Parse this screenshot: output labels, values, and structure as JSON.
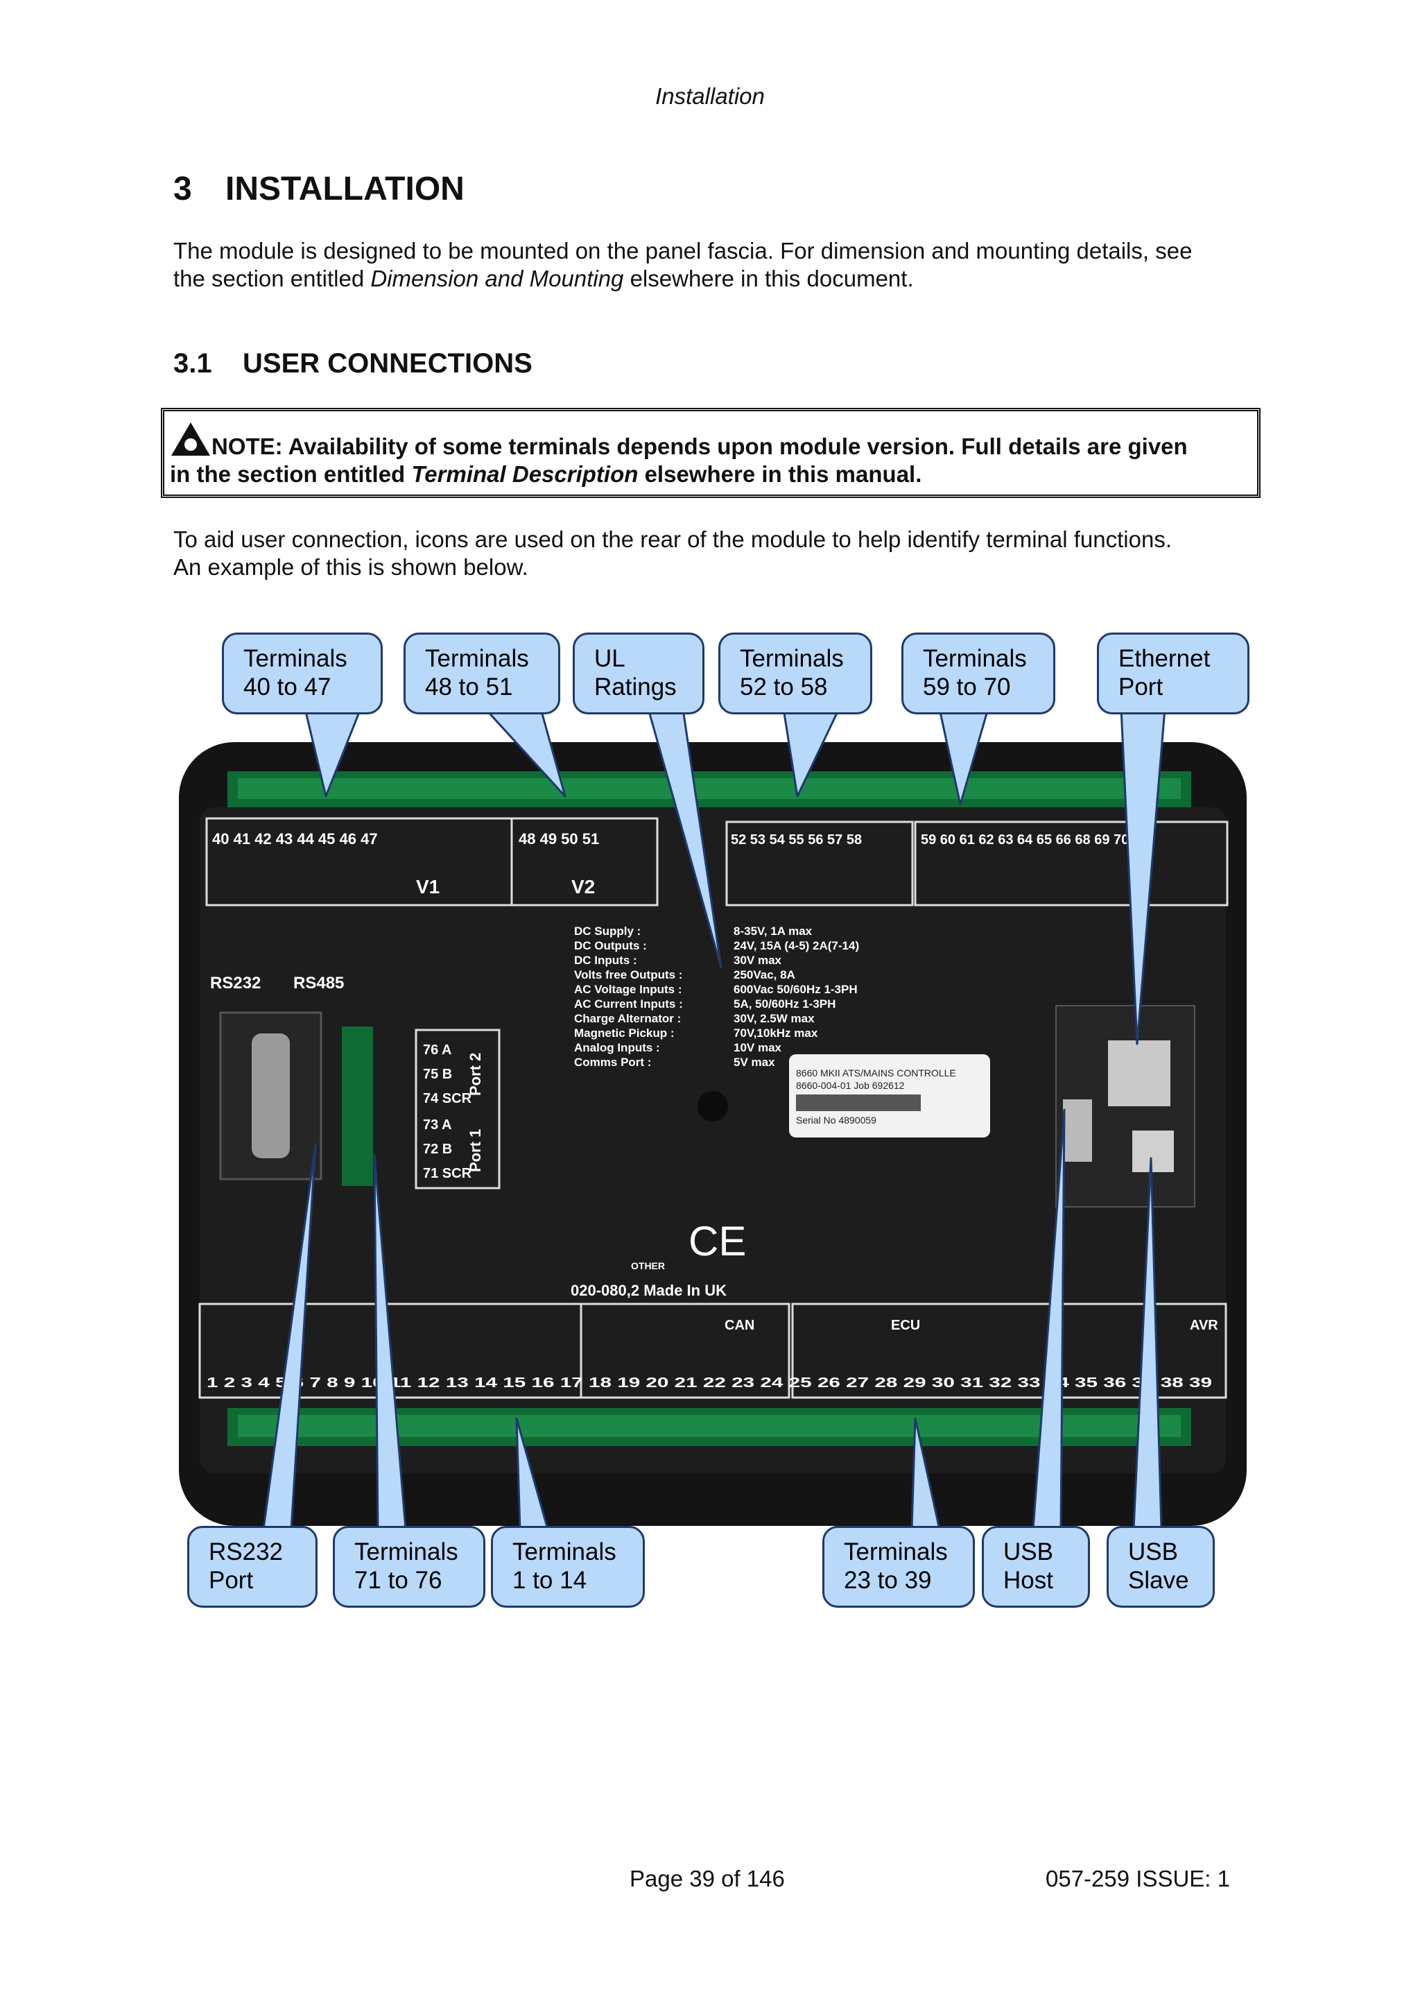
{
  "header": {
    "running_title": "Installation"
  },
  "section": {
    "number": "3",
    "title": "INSTALLATION",
    "intro_a": "The module is designed to be mounted on the panel fascia. For dimension and mounting details, see",
    "intro_b": "the section entitled ",
    "intro_ref": "Dimension and Mounting",
    "intro_c": " elsewhere in this document."
  },
  "subsection": {
    "number": "3.1",
    "title": "USER CONNECTIONS"
  },
  "note": {
    "line1": "NOTE: Availability of some terminals depends upon module version. Full details are given",
    "line2_a": "in the section entitled ",
    "line2_ref": "Terminal Description",
    "line2_c": " elsewhere in this manual.",
    "icon": "warning-triangle-icon"
  },
  "body": {
    "line1": "To aid user connection, icons are used on the rear of the module to help identify terminal functions.",
    "line2": "An example of this is shown below."
  },
  "callouts": {
    "t40": [
      "Terminals",
      "40 to 47"
    ],
    "t48": [
      "Terminals",
      "48 to 51"
    ],
    "ul": [
      "UL",
      "Ratings"
    ],
    "t52": [
      "Terminals",
      "52 to 58"
    ],
    "t59": [
      "Terminals",
      "59 to 70"
    ],
    "eth": [
      "Ethernet",
      "Port"
    ],
    "rs232": [
      "RS232",
      "Port"
    ],
    "t71": [
      "Terminals",
      "71 to 76"
    ],
    "t1": [
      "Terminals",
      "1 to 14"
    ],
    "t23": [
      "Terminals",
      "23 to 39"
    ],
    "usbh": [
      "USB",
      "Host"
    ],
    "usbs": [
      "USB",
      "Slave"
    ]
  },
  "device": {
    "top_terminals": "40 41 42 43 44 45 46 47",
    "v1": "V1",
    "v2": "V2",
    "top_terminals_2": "48 49 50 51",
    "top_terminals_3": "52 53 54 55 56 57 58",
    "top_terminals_4": "59 60 61 62 63 64 65 66 68 69 70",
    "rs232_label": "RS232",
    "rs485_label": "RS485",
    "port2": "Port 2",
    "port1": "Port 1",
    "port_terms": [
      "76 A",
      "75 B",
      "74 SCR",
      "73 A",
      "72 B",
      "71 SCR"
    ],
    "ratings": [
      [
        "DC Supply :",
        "8-35V, 1A max"
      ],
      [
        "DC Outputs :",
        "24V, 15A (4-5) 2A(7-14)"
      ],
      [
        "DC Inputs :",
        "30V max"
      ],
      [
        "Volts free Outputs :",
        "250Vac, 8A"
      ],
      [
        "AC Voltage Inputs :",
        "600Vac 50/60Hz 1-3PH"
      ],
      [
        "AC Current Inputs :",
        "5A, 50/60Hz 1-3PH"
      ],
      [
        "Charge Alternator :",
        "30V, 2.5W max"
      ],
      [
        "Magnetic Pickup :",
        "70V,10kHz max"
      ],
      [
        "Analog Inputs :",
        "10V max"
      ],
      [
        "Comms Port :",
        "5V max"
      ]
    ],
    "sticker_line1": "8660 MKII ATS/MAINS CONTROLLE",
    "sticker_line2": "8660-004-01 Job 692612",
    "sticker_serial": "Serial No 4890059",
    "marks": "CE",
    "other": "OTHER",
    "part_no": "020-080,2   Made In UK",
    "can_label": "CAN",
    "ecu_label": "ECU",
    "avr_label": "AVR",
    "bottom_terminals": "1 2 3 4 5 6 7 8 9 10 11 12 13 14 15 16 17 18 19 20 21 22 23 24 25 26 27 28 29 30 31 32 33 34 35 36 37 38 39"
  },
  "footer": {
    "page": "Page 39 of 146",
    "doc": "057-259   ISSUE: 1"
  }
}
